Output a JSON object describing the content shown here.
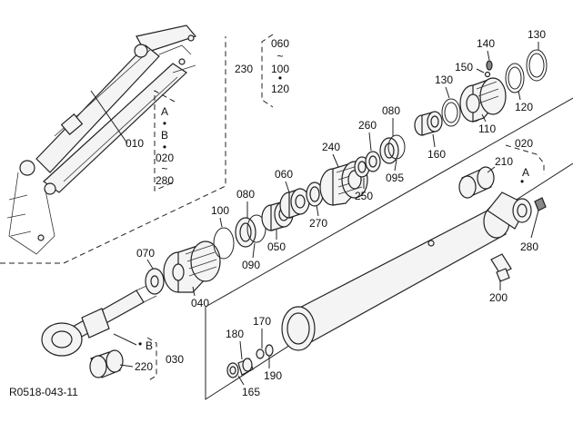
{
  "diagram": {
    "footer_code": "R0518-043-11",
    "callouts": {
      "c010": "010",
      "c020": "020",
      "c030": "030",
      "c040": "040",
      "c050": "050",
      "c060": "060",
      "c070": "070",
      "c080a": "080",
      "c080b": "080",
      "c090": "090",
      "c095": "095",
      "c100": "100",
      "c110": "110",
      "c120": "120",
      "c130a": "130",
      "c130b": "130",
      "c140": "140",
      "c150": "150",
      "c160": "160",
      "c165": "165",
      "c170": "170",
      "c180": "180",
      "c190": "190",
      "c200": "200",
      "c210": "210",
      "c220": "220",
      "c230": "230",
      "c240": "240",
      "c250": "250",
      "c260": "260",
      "c270": "270",
      "c280": "280"
    },
    "bracket_230": [
      "060",
      "~",
      "100",
      "•",
      "120"
    ],
    "bracket_010": [
      "A",
      "•",
      "B",
      "•",
      "020",
      "~",
      "280"
    ],
    "marker_a": "A",
    "marker_b": "B",
    "marker_a_dot": "•",
    "marker_b_dot": "•"
  }
}
